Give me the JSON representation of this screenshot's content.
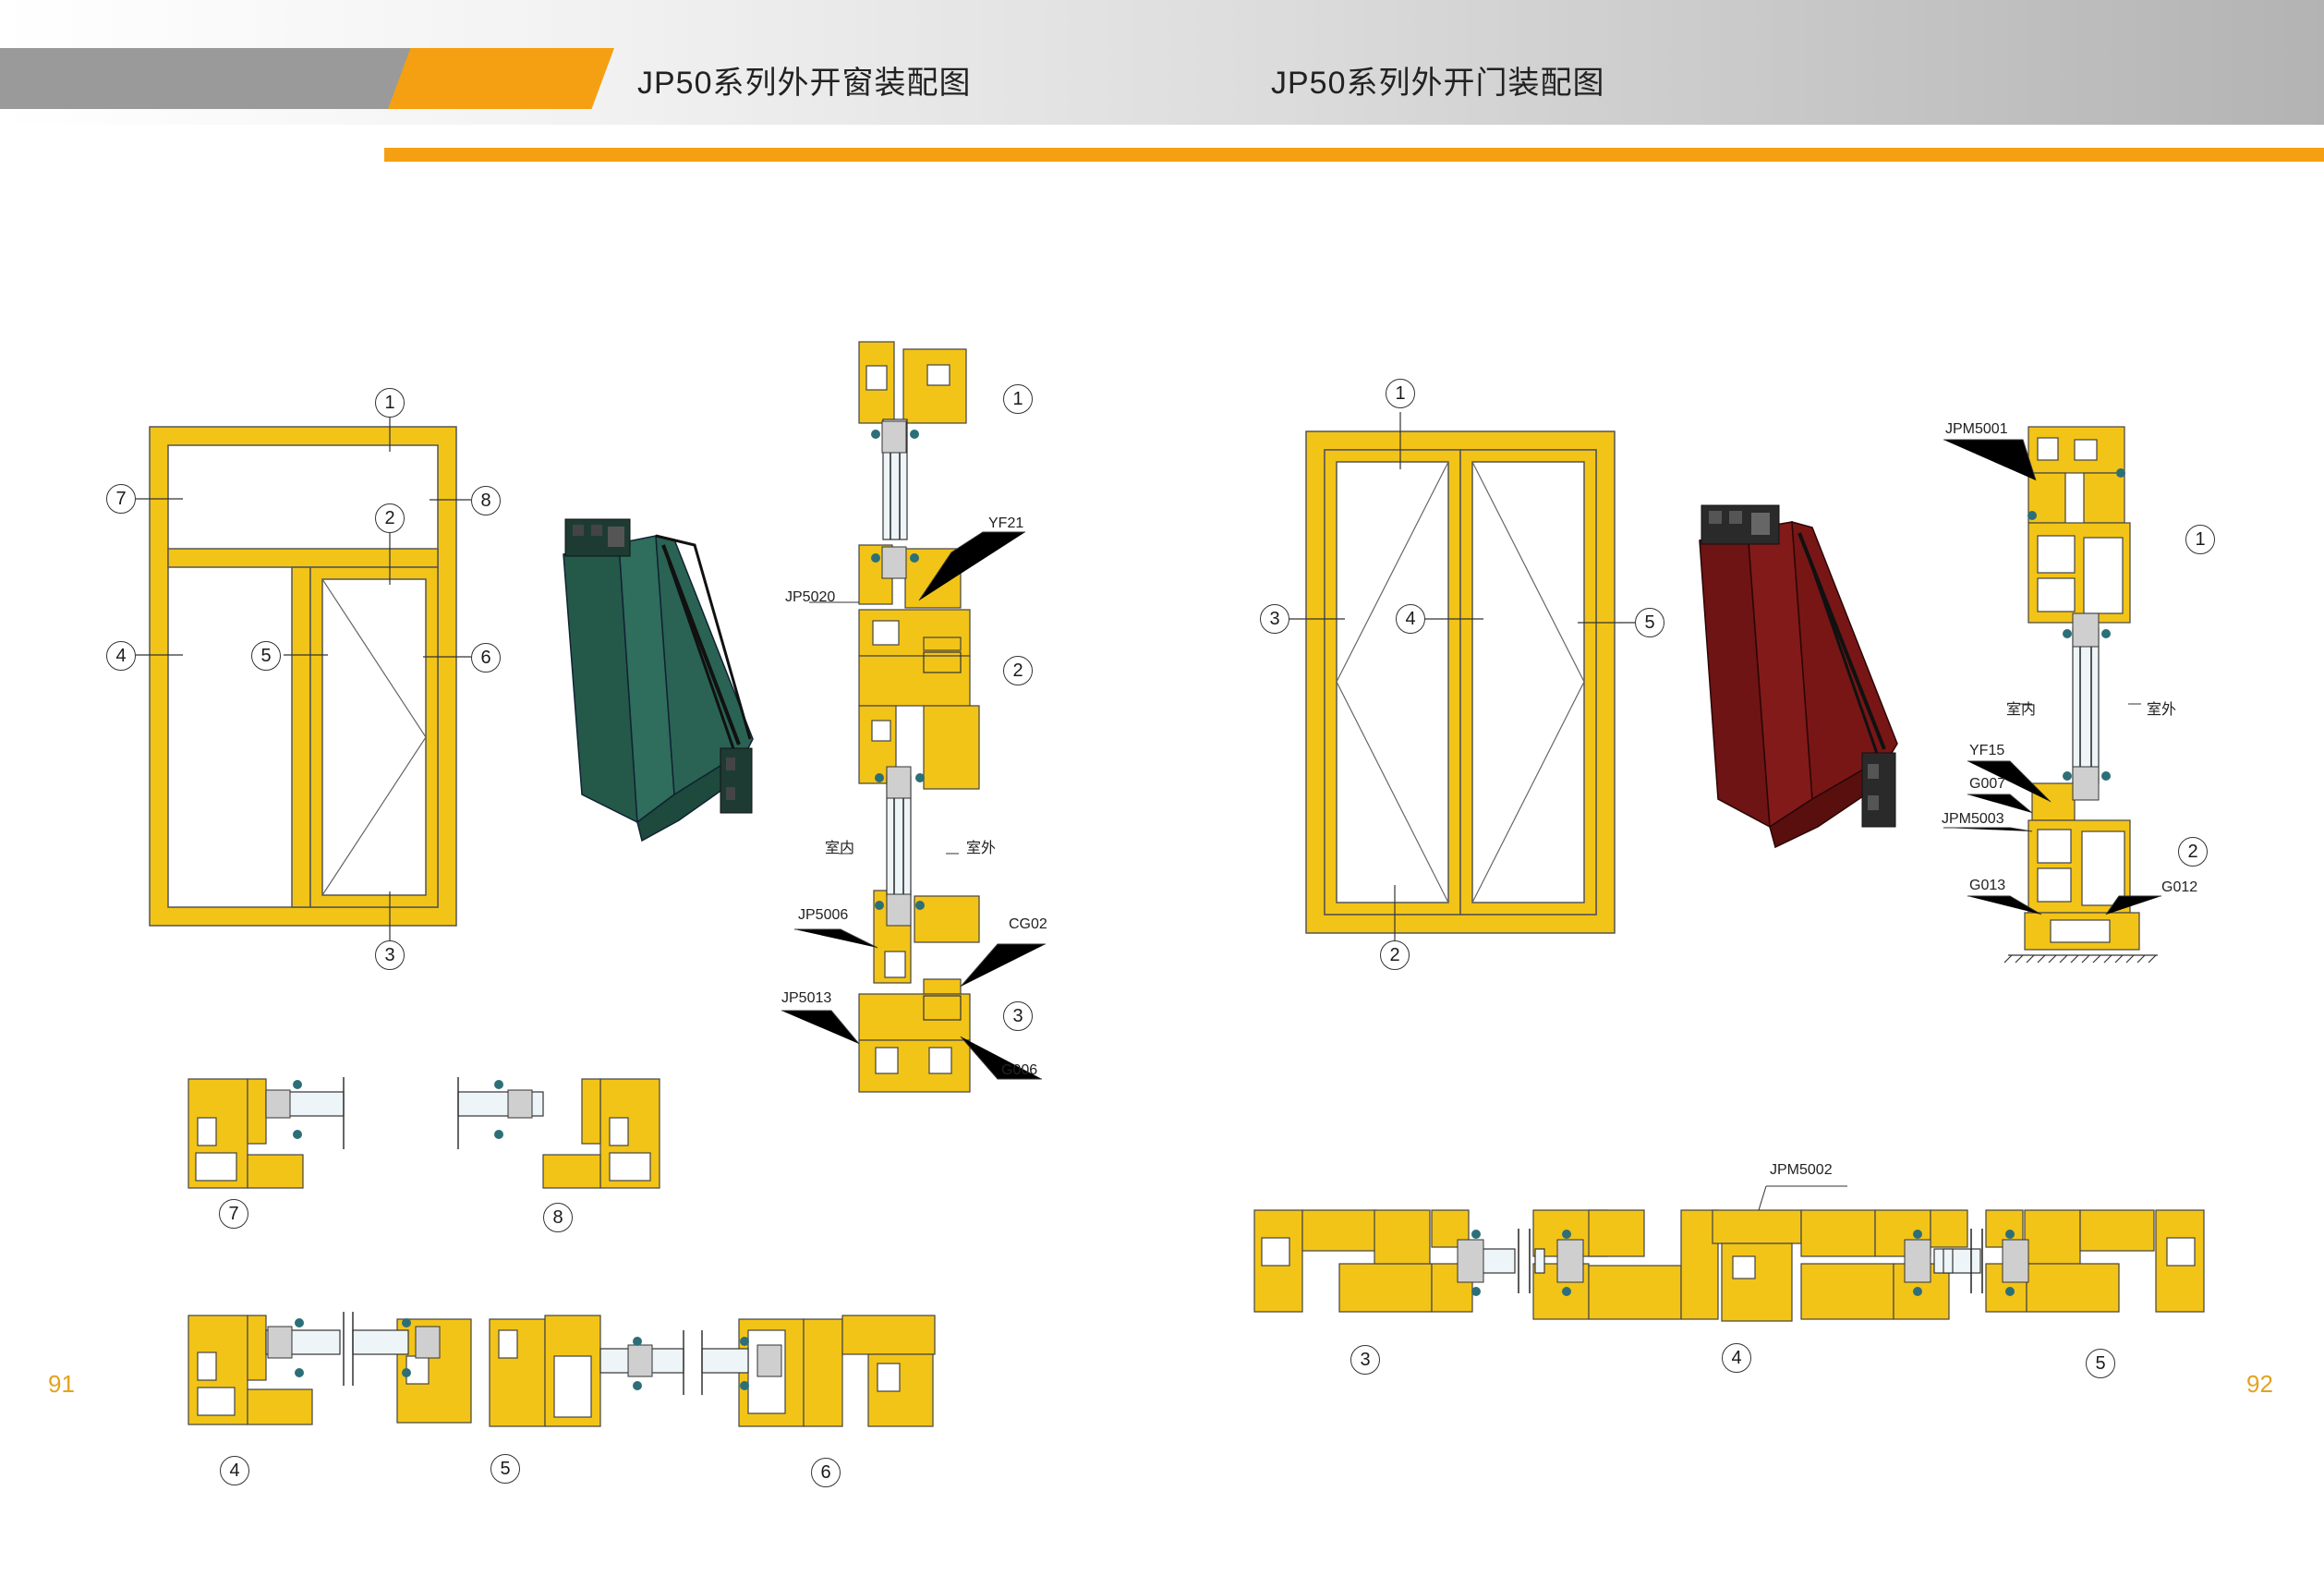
{
  "header": {
    "window_title": "JP50系列外开窗装配图",
    "door_title": "JP50系列外开门装配图"
  },
  "pages": {
    "left": "91",
    "right": "92"
  },
  "window": {
    "elevation_callouts": [
      "1",
      "2",
      "3",
      "4",
      "5",
      "6",
      "7",
      "8"
    ],
    "section_callouts": [
      "1",
      "2",
      "3"
    ],
    "section_labels": {
      "yf21": "YF21",
      "jp5020": "JP5020",
      "jp5006": "JP5006",
      "cg02": "CG02",
      "jp5013": "JP5013",
      "g006": "G006",
      "indoor": "室内",
      "outdoor": "室外"
    },
    "detail_callouts": [
      "7",
      "8",
      "4",
      "5",
      "6"
    ]
  },
  "door": {
    "elevation_callouts": [
      "1",
      "2",
      "3",
      "4",
      "5"
    ],
    "section_callouts": [
      "1",
      "2"
    ],
    "section_labels": {
      "jpm5001": "JPM5001",
      "yf15": "YF15",
      "g007": "G007",
      "jpm5003": "JPM5003",
      "g013": "G013",
      "g012": "G012",
      "indoor": "室内",
      "outdoor": "室外"
    },
    "detail_label": "JPM5002",
    "detail_callouts": [
      "3",
      "4",
      "5"
    ]
  },
  "colors": {
    "accent_orange": "#f5a012",
    "profile_yellow": "#f2c418",
    "window_model_green": "#24594a",
    "door_model_maroon": "#6e1414",
    "page_number": "#e3a31c"
  }
}
